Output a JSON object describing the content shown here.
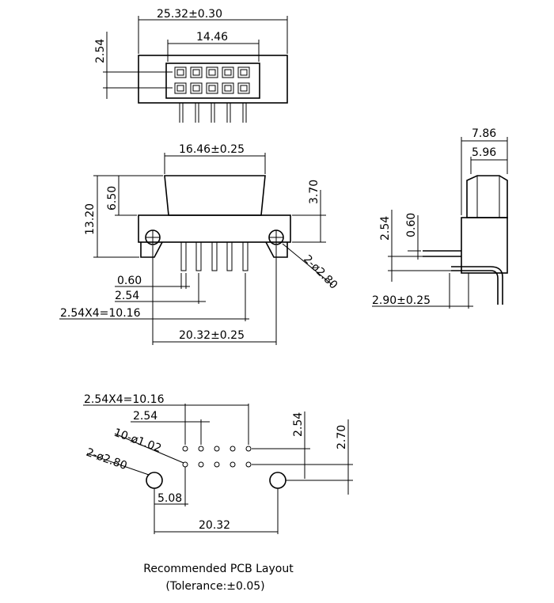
{
  "top_view": {
    "overall_width": "25.32±0.30",
    "pin_row_width": "14.46",
    "row_pitch": "2.54"
  },
  "front_view": {
    "shell_width": "16.46±0.25",
    "overall_height": "13.20",
    "shell_height": "6.50",
    "flange_height": "3.70",
    "mount_holes": "2-ø2.80",
    "pin_width": "0.60",
    "pin_pitch": "2.54",
    "pin_span": "2.54X4=10.16",
    "hole_spacing": "20.32±0.25"
  },
  "side_view": {
    "overall_depth": "7.86",
    "shell_depth": "5.96",
    "row_pitch": "2.54",
    "pin_thickness": "0.60",
    "tail_offset": "2.90±0.25"
  },
  "pcb_layout": {
    "pin_span": "2.54X4=10.16",
    "pin_pitch": "2.54",
    "pin_holes": "10-ø1.02",
    "mount_holes": "2-ø2.80",
    "row_pitch": "2.54",
    "row_to_hole": "2.70",
    "hole_offset": "5.08",
    "hole_spacing": "20.32"
  },
  "caption": {
    "title": "Recommended PCB Layout",
    "tolerance": "(Tolerance:±0.05)"
  }
}
